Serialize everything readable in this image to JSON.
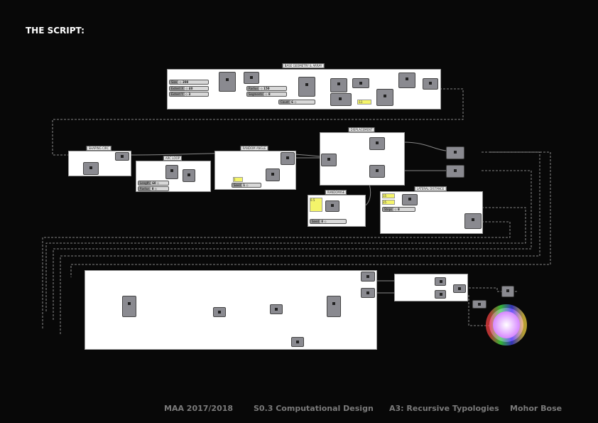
{
  "page_title": "THE SCRIPT:",
  "groups": {
    "base": "BASE GEOMETRY & ARRAY",
    "shaping": "SHAPING CIRC",
    "arc": "ARC LOOP",
    "random_angle": "RANDOM ANGLE",
    "displacement": "DISPLACEMENT",
    "randomise": "RANDOMISE",
    "lateral": "LATERAL DISTANCE"
  },
  "sliders": {
    "size": "Size",
    "size_v": "◇ 200",
    "extent_x": "Extent X",
    "extent_x_v": "◇ 40",
    "extent_y": "Extent Y",
    "extent_y_v": "◇ 3",
    "radius": "Radius",
    "radius_v": "◇ 150",
    "segments": "Segments",
    "segments_v": "◇ 8",
    "count": "Count",
    "count_v": "6 ◇",
    "length": "Length",
    "length_v": "60 ◇",
    "radius2": "Radius",
    "radius2_v": "8 ◇",
    "seed": "Seed",
    "seed_v": "1 ◇",
    "seed2": "Seed",
    "seed2_v": "8 ◇",
    "steps": "Steps",
    "steps_v": "◇ 8"
  },
  "panels": {
    "p1": "-11",
    "p2": "1",
    "p3": "0.5",
    "p4": "15",
    "p5": "25"
  },
  "footer": {
    "program": "MAA 2017/2018",
    "course": "S0.3 Computational Design",
    "assignment": "A3: Recursive Typologies",
    "author": "Mohor Bose"
  },
  "colors": {
    "background": "#080808",
    "group": "#ffffff",
    "node": "#8a8a90",
    "panel": "#f4f46a",
    "footer": "#7a7a7a"
  }
}
